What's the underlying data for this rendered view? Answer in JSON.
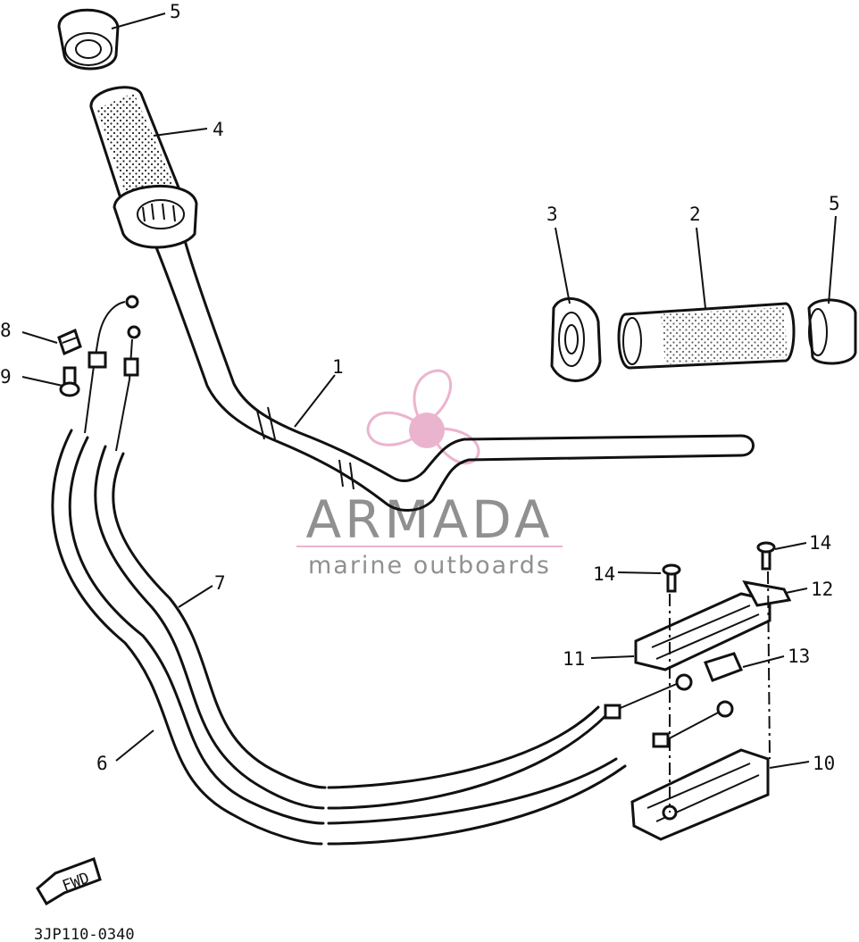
{
  "parts": [
    {
      "id": "p1",
      "label": "1"
    },
    {
      "id": "p2",
      "label": "2"
    },
    {
      "id": "p3",
      "label": "3"
    },
    {
      "id": "p4",
      "label": "4"
    },
    {
      "id": "p5a",
      "label": "5"
    },
    {
      "id": "p5b",
      "label": "5"
    },
    {
      "id": "p6",
      "label": "6"
    },
    {
      "id": "p7",
      "label": "7"
    },
    {
      "id": "p8",
      "label": "8"
    },
    {
      "id": "p9",
      "label": "9"
    },
    {
      "id": "p10",
      "label": "10"
    },
    {
      "id": "p11",
      "label": "11"
    },
    {
      "id": "p12",
      "label": "12"
    },
    {
      "id": "p13",
      "label": "13"
    },
    {
      "id": "p14a",
      "label": "14"
    },
    {
      "id": "p14b",
      "label": "14"
    }
  ],
  "diagram_code": "3JP110-0340",
  "fwd_marker": "FWD",
  "watermark": {
    "name": "ARMADA",
    "tagline": "marine outboards",
    "accent_color": "#e8a7c6",
    "text_color": "#7d7d7d"
  }
}
